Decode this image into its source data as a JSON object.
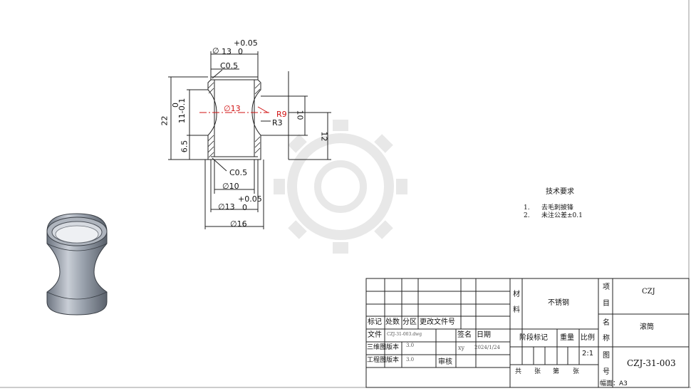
{
  "dims": {
    "top_tol_upper": "+0.05",
    "top_dia_sym": "∅",
    "top_dia": "13",
    "top_tol_lower": "0",
    "chamfer_top": "C0.5",
    "inner_dia_red": "∅13",
    "radius_r9": "R9",
    "radius_r3": "R3",
    "dim_10": "10",
    "dim_12": "12",
    "dim_22": "22",
    "dim_11": "11-0.1",
    "dim_11_zero": "0",
    "dim_65": "6.5",
    "chamfer_bottom": "C0.5",
    "bottom_dia_10": "∅10",
    "bot_tol_upper": "+0.05",
    "bot_dia13": "∅13",
    "bot_tol_lower": "0",
    "outer_dia16": "∅16"
  },
  "tech": {
    "title": "技术要求",
    "item1_num": "1.",
    "item1": "去毛刺披锋",
    "item2_num": "2.",
    "item2": "未注公差±0.1"
  },
  "titleblock": {
    "material_label_1": "材",
    "material_label_2": "料",
    "material_value": "不锈钢",
    "project_label_1": "项",
    "project_label_2": "目",
    "project_value": "CZJ",
    "name_label_1": "名",
    "name_label_2": "称",
    "name_value": "滚筒",
    "drawing_label_1": "图",
    "drawing_label_2": "号",
    "drawing_value": "CZJ-31-003",
    "rev_headers": [
      "标记",
      "处数",
      "分区",
      "更改文件号"
    ],
    "file_label": "文件",
    "file_value": "CZJ-31-003.dwg",
    "sign_label": "签名",
    "date_label": "日期",
    "cad3d_label": "三维图版本",
    "cad3d_value": "3.0",
    "cad2d_label": "工程图版本",
    "cad2d_value": "3.0",
    "review_label": "审核",
    "signer": "xy",
    "date_value": "2024/1/24",
    "stage_label": "阶段标记",
    "weight_label": "重量",
    "scale_label": "比例",
    "scale_value": "2:1",
    "total_label": "共",
    "sheets_label": "张",
    "page_label": "第",
    "page_sheets": "张",
    "sheet_size": "幅面：A3"
  },
  "colors": {
    "line": "#222222",
    "red": "#d01010",
    "watermark": "#e4e4e4"
  }
}
